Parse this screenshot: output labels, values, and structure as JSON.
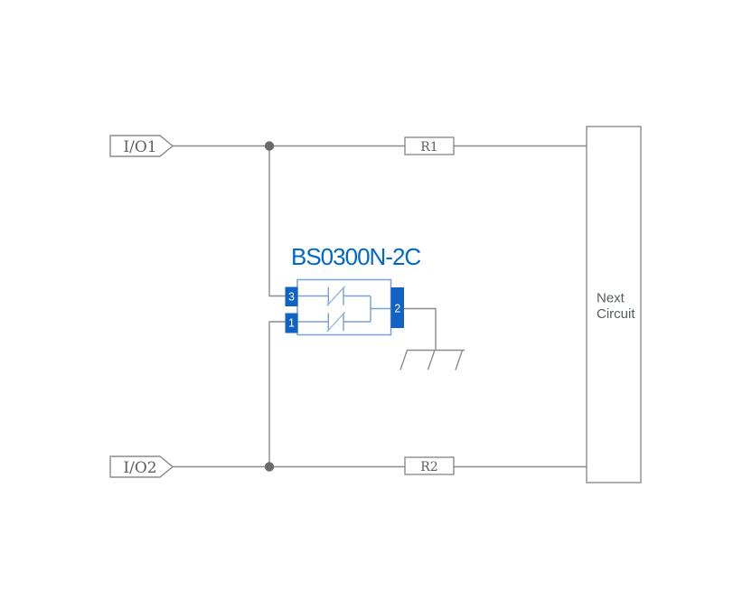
{
  "diagram": {
    "component": {
      "title": "BS0300N-2C",
      "pins": {
        "pin3": "3",
        "pin1": "1",
        "pin2": "2"
      }
    },
    "io_tags": {
      "io1": "I/O1",
      "io2": "I/O2"
    },
    "resistors": {
      "r1": "R1",
      "r2": "R2"
    },
    "next_circuit": {
      "line1": "Next",
      "line2": "Circuit"
    },
    "colors": {
      "wire_gray": "#8b8b8b",
      "junction_gray": "#6a6a6a",
      "pin_blue": "#1062c4",
      "outline_blue": "#74a1d6",
      "title_blue": "#0068cb",
      "label_gray": "#5f5f5f"
    }
  }
}
